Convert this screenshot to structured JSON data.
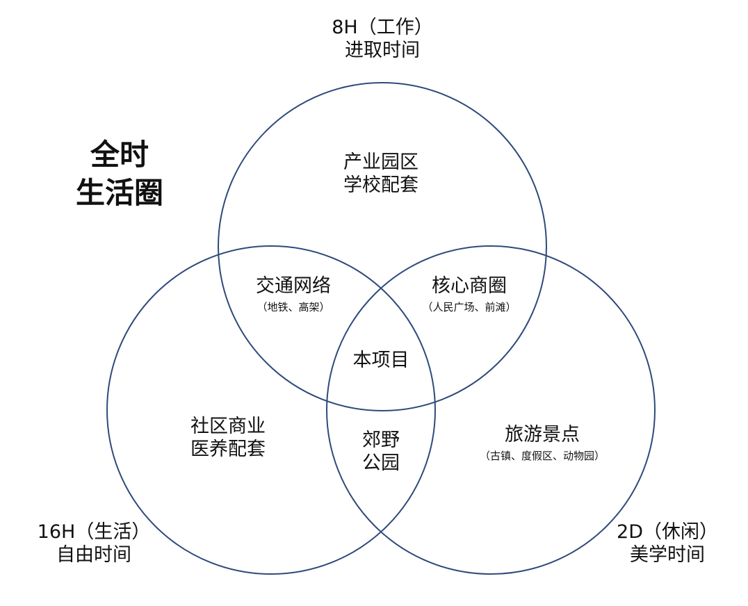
{
  "title": {
    "line1": "全时",
    "line2": "生活圈"
  },
  "circles": {
    "top": {
      "name_line1": "8H（工作）",
      "name_line2": "进取时间",
      "content_line1": "产业园区",
      "content_line2": "学校配套"
    },
    "left": {
      "name_line1": "16H（生活）",
      "name_line2": "自由时间",
      "content_line1": "社区商业",
      "content_line2": "医养配套"
    },
    "right": {
      "name_line1": "2D（休闲）",
      "name_line2": "美学时间",
      "content_line1": "旅游景点",
      "content_note": "（古镇、度假区、动物园）"
    }
  },
  "overlaps": {
    "top_left": {
      "label": "交通网络",
      "note": "（地铁、高架）"
    },
    "top_right": {
      "label": "核心商圈",
      "note": "（人民广场、前滩）"
    },
    "left_right": {
      "label_line1": "郊野",
      "label_line2": "公园"
    },
    "center": {
      "label": "本项目"
    }
  },
  "colors": {
    "circle_stroke": "#2e4a7a",
    "text": "#111111"
  }
}
